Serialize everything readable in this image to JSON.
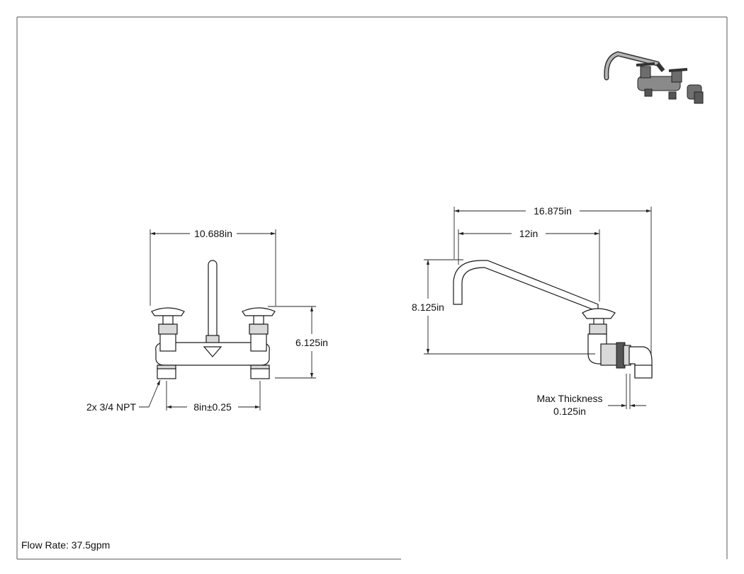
{
  "front_view": {
    "width_label": "10.688in",
    "height_label": "6.125in",
    "center_label": "8in±0.25",
    "inlet_label": "2x 3/4 NPT"
  },
  "side_view": {
    "overall_label": "16.875in",
    "spout_label": "12in",
    "height_label": "8.125in",
    "thickness_label_line1": "Max Thickness",
    "thickness_label_line2": "0.125in"
  },
  "footer": {
    "flow_rate": "Flow Rate: 37.5gpm"
  }
}
